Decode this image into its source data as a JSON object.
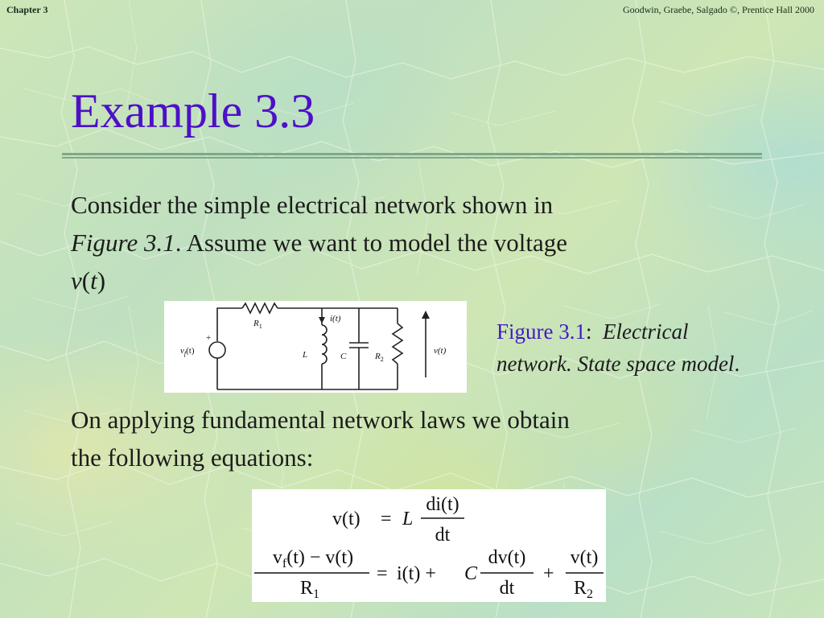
{
  "header": {
    "chapter": "Chapter 3",
    "credit": "Goodwin, Graebe, Salgado ©, Prentice Hall 2000"
  },
  "title": "Example 3.3",
  "para1": {
    "line1": "Consider the simple electrical network shown in",
    "fig_ref": "Figure 3.1",
    "line2_rest": ".  Assume we want to model the voltage",
    "var_v": "v",
    "var_t": "t"
  },
  "figure": {
    "labels": {
      "r1": "R",
      "r1_sub": "1",
      "current": "i(t)",
      "source": "v",
      "source_sub": "f",
      "source_arg": "(t)",
      "plus": "+",
      "inductor": "L",
      "capacitor": "C",
      "r2": "R",
      "r2_sub": "2",
      "voltage": "v(t)"
    }
  },
  "caption": {
    "label": "Figure 3.1",
    "colon": ":",
    "text1": "Electrical",
    "text2": "network.  State space model",
    "period": "."
  },
  "para2": {
    "line1": "On applying fundamental network laws we obtain",
    "line2": "the following equations:"
  },
  "equations": {
    "eq1": {
      "lhs": "v(t)",
      "eq": "=",
      "coef": "L",
      "num": "di(t)",
      "den": "dt"
    },
    "eq2": {
      "lhs_num_v": "v",
      "lhs_num_sub": "f",
      "lhs_num_rest": "(t) − v(t)",
      "lhs_den": "R",
      "lhs_den_sub": "1",
      "eq": "=",
      "t1": "i(t) + ",
      "coef": "C",
      "frac1_num": "dv(t)",
      "frac1_den": "dt",
      "plus": "+",
      "frac2_num": "v(t)",
      "frac2_den": "R",
      "frac2_den_sub": "2"
    }
  }
}
